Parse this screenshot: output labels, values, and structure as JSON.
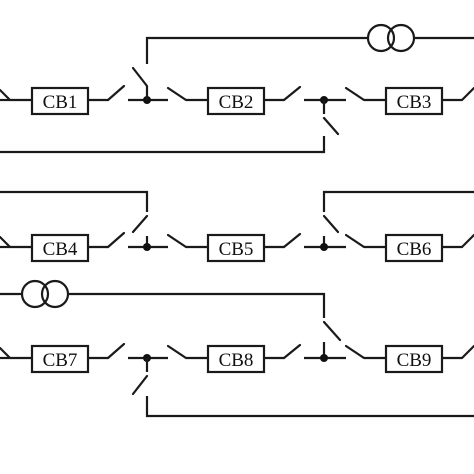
{
  "breakers": [
    {
      "id": "cb1",
      "label": "CB1"
    },
    {
      "id": "cb2",
      "label": "CB2"
    },
    {
      "id": "cb3",
      "label": "CB3"
    },
    {
      "id": "cb4",
      "label": "CB4"
    },
    {
      "id": "cb5",
      "label": "CB5"
    },
    {
      "id": "cb6",
      "label": "CB6"
    },
    {
      "id": "cb7",
      "label": "CB7"
    },
    {
      "id": "cb8",
      "label": "CB8"
    },
    {
      "id": "cb9",
      "label": "CB9"
    }
  ],
  "transformers": [
    {
      "id": "xfmr-top"
    },
    {
      "id": "xfmr-bottom"
    }
  ],
  "colors": {
    "line": "#1a1a1a",
    "background": "#ffffff"
  }
}
